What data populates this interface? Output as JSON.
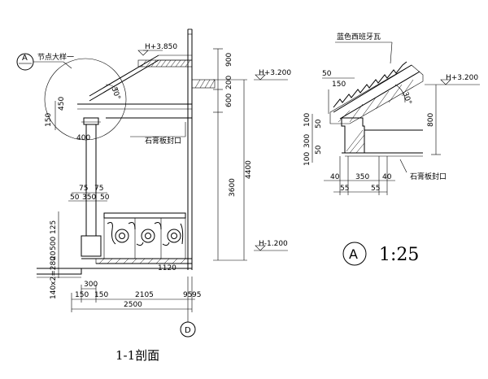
{
  "section_title": "1-1剖面",
  "detail": {
    "tag_letter": "A",
    "scale": "1:25",
    "callout_label": "节点大样一",
    "roof_tile_label": "蓝色西班牙瓦",
    "gypsum_seal_label": "石膏板封口",
    "gypsum_seal_label_2": "石膏板封口",
    "elev_top": "H+3.850",
    "elev_eave": "H+3.200",
    "elev_eave_detail": "H+3.200",
    "elev_bottom": "H-1.200",
    "slope": "30°"
  },
  "axis_tag": "D",
  "dims": {
    "left_150": "150",
    "left_450": "450",
    "col_400": "400",
    "col_75a": "75",
    "col_75b": "75",
    "col_50a": "50",
    "col_350": "350",
    "col_50b": "50",
    "rail_125": "125",
    "rail_500": "500",
    "rail_20": "20",
    "step_140x2": "140x2=280",
    "bot_300": "300",
    "bot_150a": "150",
    "bot_150b": "150",
    "bot_2105": "2105",
    "bot_95a": "95",
    "bot_95b": "95",
    "bot_2500": "2500",
    "right_900": "900",
    "right_200": "200",
    "right_600": "600",
    "right_3600": "3600",
    "right_4400": "4400",
    "rail_1120": "1120",
    "det_50": "50",
    "det_150": "150",
    "det_100a": "100",
    "det_50b": "50",
    "det_300": "300",
    "det_50c": "50",
    "det_100b": "100",
    "det_800": "800",
    "det_40a": "40",
    "det_350": "350",
    "det_40b": "40",
    "det_55a": "55",
    "det_55b": "55"
  }
}
